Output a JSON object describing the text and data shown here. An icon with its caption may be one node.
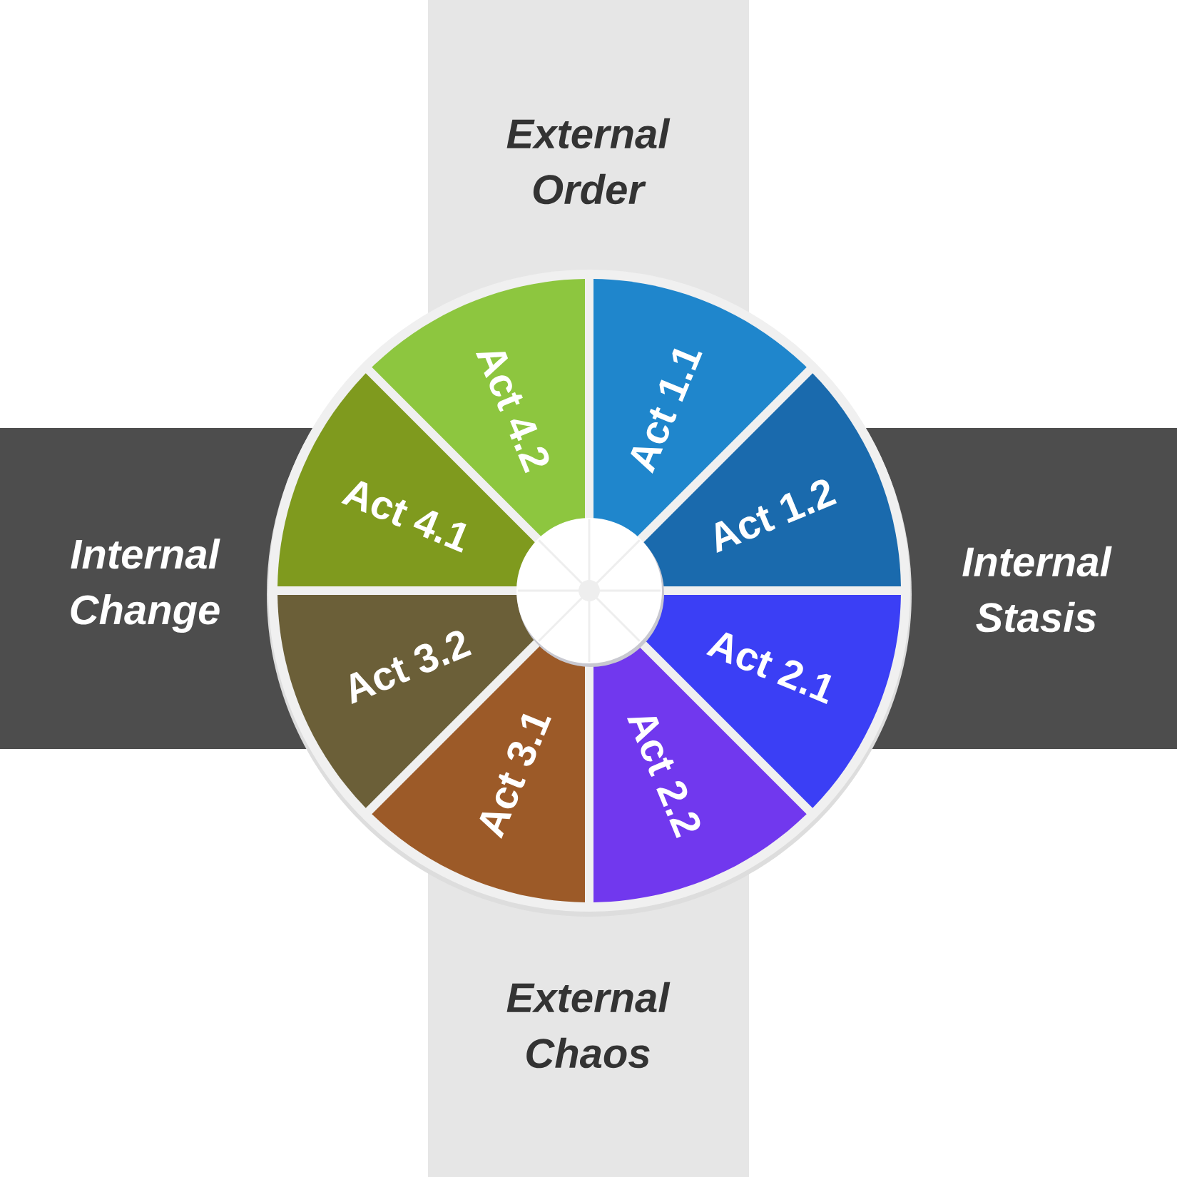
{
  "diagram": {
    "nodes": [
      {
        "text": [
          "External Order",
          "External Chaos"
        ]
      },
      {
        "text": [
          "Internal Change",
          "Internal Stasis"
        ]
      },
      {
        "text": [
          "Act 1.1"
        ]
      },
      {
        "text": [
          "Act 1.2"
        ]
      },
      {
        "text": [
          "Act 2.1"
        ]
      },
      {
        "text": [
          "Act 2.2"
        ]
      },
      {
        "text": [
          "Act 3.1"
        ]
      },
      {
        "text": [
          "Act 3.2"
        ]
      },
      {
        "text": [
          "Act 4.1"
        ]
      },
      {
        "text": [
          "Act 4.2"
        ]
      }
    ]
  }
}
